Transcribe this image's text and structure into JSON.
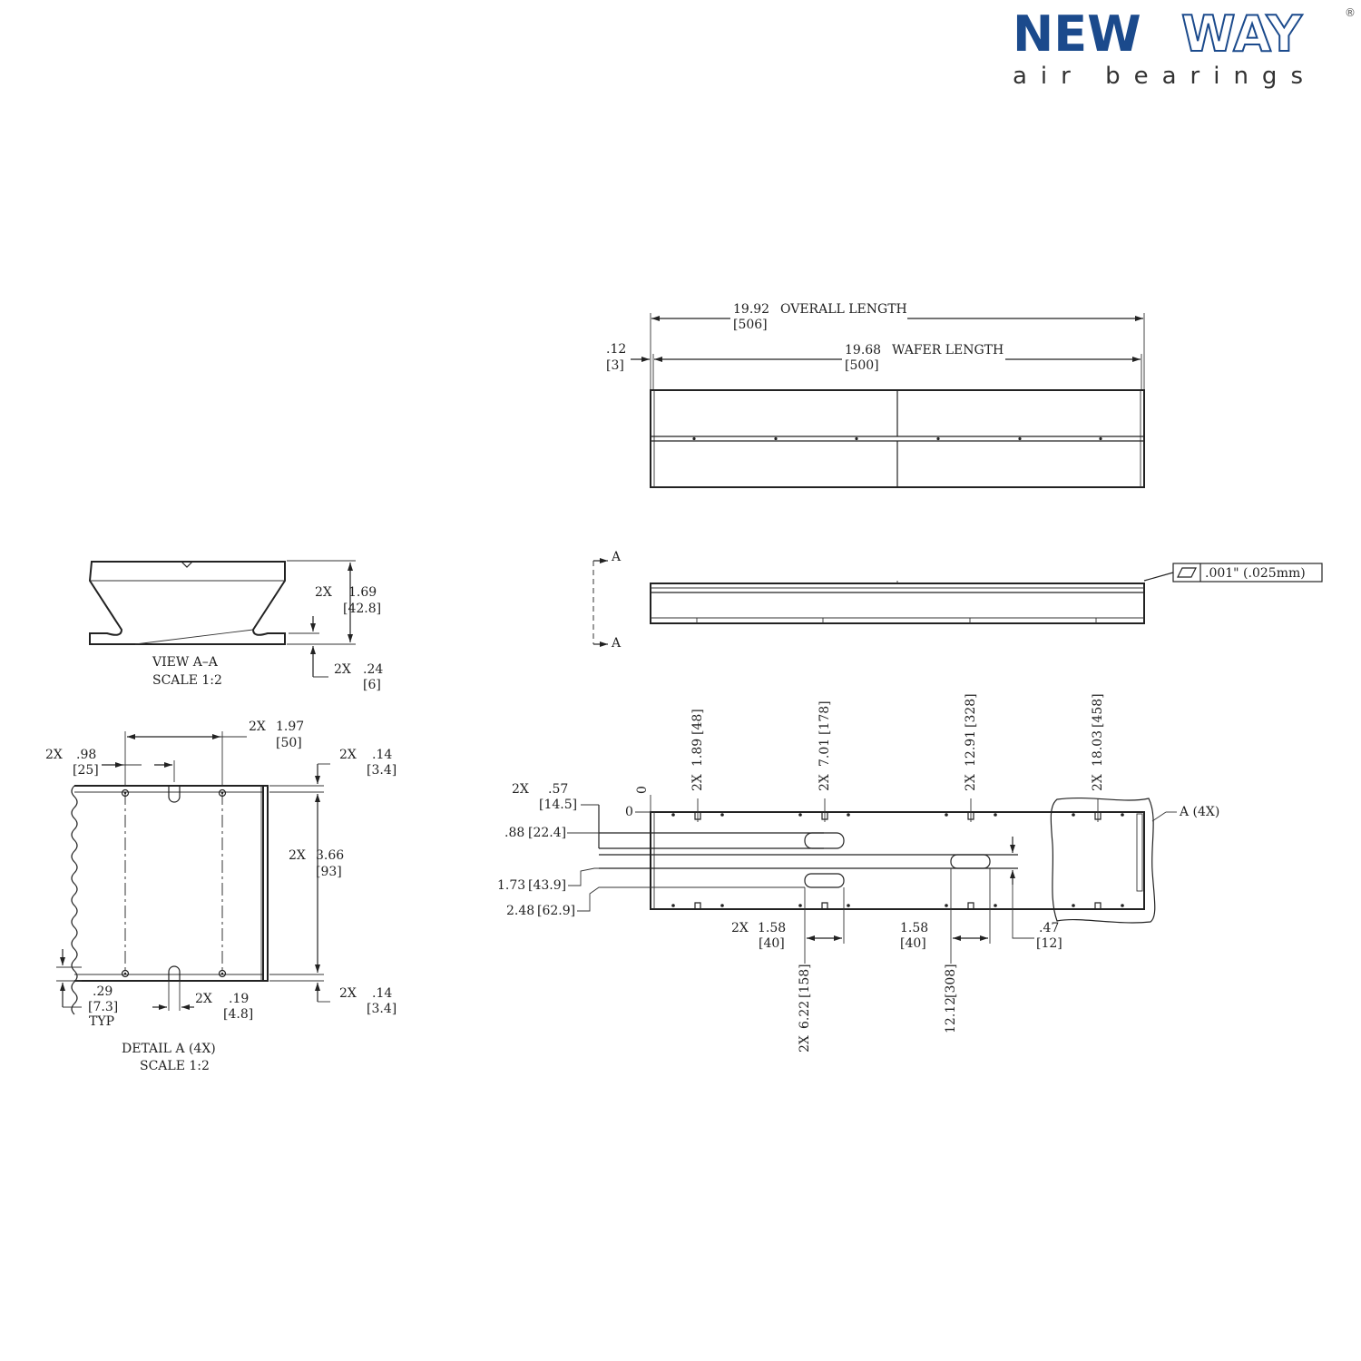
{
  "logo": {
    "brand_part1": "NEW",
    "brand_part2": "WAY",
    "registered": "®",
    "tagline": "air bearings",
    "colors": {
      "primary": "#1b4a8c"
    }
  },
  "top_view": {
    "overall_length": {
      "value": "19.92",
      "label": "OVERALL LENGTH",
      "mm": "[506]"
    },
    "wafer_length": {
      "value": "19.68",
      "label": "WAFER LENGTH",
      "mm": "[500]"
    },
    "edge_offset": {
      "value": ".12",
      "mm": "[3]"
    }
  },
  "side_view": {
    "section_mark_top": "A",
    "section_mark_bottom": "A",
    "flatness_callout": ".001\" (.025mm)"
  },
  "section_view": {
    "title": "VIEW A–A",
    "scale": "SCALE 1:2",
    "height_dim": {
      "qty": "2X",
      "value": "1.69",
      "mm": "[42.8]"
    },
    "foot_dim": {
      "qty": "2X",
      "value": ".24",
      "mm": "[6]"
    }
  },
  "detail_view": {
    "title": "DETAIL A (4X)",
    "scale": "SCALE 1:2",
    "dim_width": {
      "qty": "2X",
      "value": "1.97",
      "mm": "[50]"
    },
    "dim_left": {
      "qty": "2X",
      "value": ".98",
      "mm": "[25]"
    },
    "dim_top_edge": {
      "qty": "2X",
      "value": ".14",
      "mm": "[3.4]"
    },
    "dim_height": {
      "qty": "2X",
      "value": "3.66",
      "mm": "[93]"
    },
    "dim_bottom_edge": {
      "qty": "2X",
      "value": ".14",
      "mm": "[3.4]"
    },
    "dim_slot": {
      "qty": "2X",
      "value": ".19",
      "mm": "[4.8]"
    },
    "dim_hole_offset": {
      "value": ".29",
      "mm": "[7.3]",
      "note": "TYP"
    }
  },
  "bottom_view": {
    "zero_x": "0",
    "zero_y": "0",
    "hole_positions": [
      {
        "qty": "2X",
        "value": "1.89",
        "mm": "[48]"
      },
      {
        "qty": "2X",
        "value": "7.01",
        "mm": "[178]"
      },
      {
        "qty": "2X",
        "value": "12.91",
        "mm": "[328]"
      },
      {
        "qty": "2X",
        "value": "18.03",
        "mm": "[458]"
      }
    ],
    "row_1": {
      "qty": "2X",
      "value": ".57",
      "mm": "[14.5]"
    },
    "row_2": {
      "value": ".88",
      "mm": "[22.4]"
    },
    "row_3": {
      "value": "1.73",
      "mm": "[43.9]"
    },
    "row_4": {
      "value": "2.48",
      "mm": "[62.9]"
    },
    "slot_len_a": {
      "qty": "2X",
      "value": "1.58",
      "mm": "[40]"
    },
    "slot_len_b": {
      "value": "1.58",
      "mm": "[40]"
    },
    "slot_width": {
      "value": ".47",
      "mm": "[12]"
    },
    "slot_pos_a": {
      "qty": "2X",
      "value": "6.22",
      "mm": "[158]"
    },
    "slot_pos_b": {
      "value": "12.12",
      "mm": "[308]"
    },
    "detail_callout": "A (4X)"
  }
}
